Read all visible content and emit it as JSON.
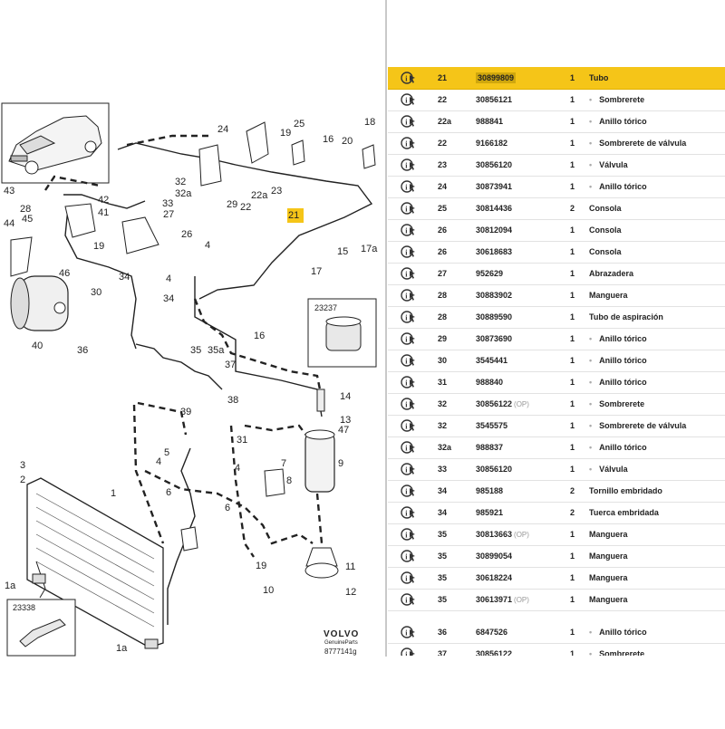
{
  "colors": {
    "highlight": "#f5c518",
    "divider": "#c9c9c9",
    "text": "#222222"
  },
  "diagram": {
    "callouts": [
      "24",
      "25",
      "18",
      "19",
      "16",
      "20",
      "32",
      "32a",
      "33",
      "27",
      "22",
      "22a",
      "23",
      "21",
      "29",
      "4",
      "43",
      "28",
      "42",
      "41",
      "44",
      "45",
      "19",
      "26",
      "46",
      "15",
      "17a",
      "17",
      "34",
      "4",
      "30",
      "34",
      "40",
      "36",
      "35",
      "35a",
      "37",
      "16",
      "38",
      "39",
      "31",
      "14",
      "13",
      "47",
      "9",
      "5",
      "4",
      "4",
      "6",
      "7",
      "8",
      "3",
      "2",
      "1",
      "1a",
      "6",
      "19",
      "11",
      "10",
      "12",
      "1a"
    ],
    "inset_labels": {
      "inset_a": "23237",
      "inset_b": "23338"
    },
    "brand": "VOLVO",
    "brand_sub": "GenuineParts",
    "drawing_code": "8777141g"
  },
  "parts": [
    {
      "item": "21",
      "number": "30899809",
      "op": "",
      "qty": "1",
      "desc": "Tubo",
      "sub": false,
      "selected": true,
      "icon": "info-cursor-icon"
    },
    {
      "item": "22",
      "number": "30856121",
      "op": "",
      "qty": "1",
      "desc": "Sombrerete",
      "sub": true,
      "icon": "info-cursor-icon"
    },
    {
      "item": "22a",
      "number": "988841",
      "op": "",
      "qty": "1",
      "desc": "Anillo tórico",
      "sub": true,
      "icon": "info-cursor-icon"
    },
    {
      "item": "22",
      "number": "9166182",
      "op": "",
      "qty": "1",
      "desc": "Sombrerete de válvula",
      "sub": true,
      "icon": "info-cursor-icon"
    },
    {
      "item": "23",
      "number": "30856120",
      "op": "",
      "qty": "1",
      "desc": "Válvula",
      "sub": true,
      "icon": "info-cursor-icon"
    },
    {
      "item": "24",
      "number": "30873941",
      "op": "",
      "qty": "1",
      "desc": "Anillo tórico",
      "sub": true,
      "icon": "info-cursor-icon"
    },
    {
      "item": "25",
      "number": "30814436",
      "op": "",
      "qty": "2",
      "desc": "Consola",
      "sub": false,
      "icon": "info-cursor-icon"
    },
    {
      "item": "26",
      "number": "30812094",
      "op": "",
      "qty": "1",
      "desc": "Consola",
      "sub": false,
      "icon": "info-cursor-icon"
    },
    {
      "item": "26",
      "number": "30618683",
      "op": "",
      "qty": "1",
      "desc": "Consola",
      "sub": false,
      "icon": "info-cursor-icon"
    },
    {
      "item": "27",
      "number": "952629",
      "op": "",
      "qty": "1",
      "desc": "Abrazadera",
      "sub": false,
      "icon": "info-cursor-icon"
    },
    {
      "item": "28",
      "number": "30883902",
      "op": "",
      "qty": "1",
      "desc": "Manguera",
      "sub": false,
      "icon": "info-cursor-icon"
    },
    {
      "item": "28",
      "number": "30889590",
      "op": "",
      "qty": "1",
      "desc": "Tubo de aspiración",
      "sub": false,
      "icon": "info-cursor-icon"
    },
    {
      "item": "29",
      "number": "30873690",
      "op": "",
      "qty": "1",
      "desc": "Anillo tórico",
      "sub": true,
      "icon": "info-cursor-icon"
    },
    {
      "item": "30",
      "number": "3545441",
      "op": "",
      "qty": "1",
      "desc": "Anillo tórico",
      "sub": true,
      "icon": "info-cursor-icon"
    },
    {
      "item": "31",
      "number": "988840",
      "op": "",
      "qty": "1",
      "desc": "Anillo tórico",
      "sub": true,
      "icon": "info-cursor-icon"
    },
    {
      "item": "32",
      "number": "30856122",
      "op": "(OP)",
      "qty": "1",
      "desc": "Sombrerete",
      "sub": true,
      "icon": "info-cursor-icon"
    },
    {
      "item": "32",
      "number": "3545575",
      "op": "",
      "qty": "1",
      "desc": "Sombrerete de válvula",
      "sub": true,
      "icon": "info-cursor-icon"
    },
    {
      "item": "32a",
      "number": "988837",
      "op": "",
      "qty": "1",
      "desc": "Anillo tórico",
      "sub": true,
      "icon": "info-cursor-icon"
    },
    {
      "item": "33",
      "number": "30856120",
      "op": "",
      "qty": "1",
      "desc": "Válvula",
      "sub": true,
      "icon": "info-cursor-icon"
    },
    {
      "item": "34",
      "number": "985188",
      "op": "",
      "qty": "2",
      "desc": "Tornillo embridado",
      "sub": false,
      "icon": "info-cursor-icon"
    },
    {
      "item": "34",
      "number": "985921",
      "op": "",
      "qty": "2",
      "desc": "Tuerca embridada",
      "sub": false,
      "icon": "info-cursor-icon"
    },
    {
      "item": "35",
      "number": "30813663",
      "op": "(OP)",
      "qty": "1",
      "desc": "Manguera",
      "sub": false,
      "icon": "info-cursor-icon"
    },
    {
      "item": "35",
      "number": "30899054",
      "op": "",
      "qty": "1",
      "desc": "Manguera",
      "sub": false,
      "icon": "info-cursor-icon"
    },
    {
      "item": "35",
      "number": "30618224",
      "op": "",
      "qty": "1",
      "desc": "Manguera",
      "sub": false,
      "icon": "info-cursor-icon"
    },
    {
      "item": "35",
      "number": "30613971",
      "op": "(OP)",
      "qty": "1",
      "desc": "Manguera",
      "sub": false,
      "icon": "info-cursor-icon"
    },
    {
      "gap": true
    },
    {
      "item": "36",
      "number": "6847526",
      "op": "",
      "qty": "1",
      "desc": "Anillo tórico",
      "sub": true,
      "icon": "info-cursor-icon"
    },
    {
      "item": "37",
      "number": "30856122",
      "op": "",
      "qty": "1",
      "desc": "Sombrerete",
      "sub": true,
      "icon": "info-cursor-icon"
    }
  ]
}
